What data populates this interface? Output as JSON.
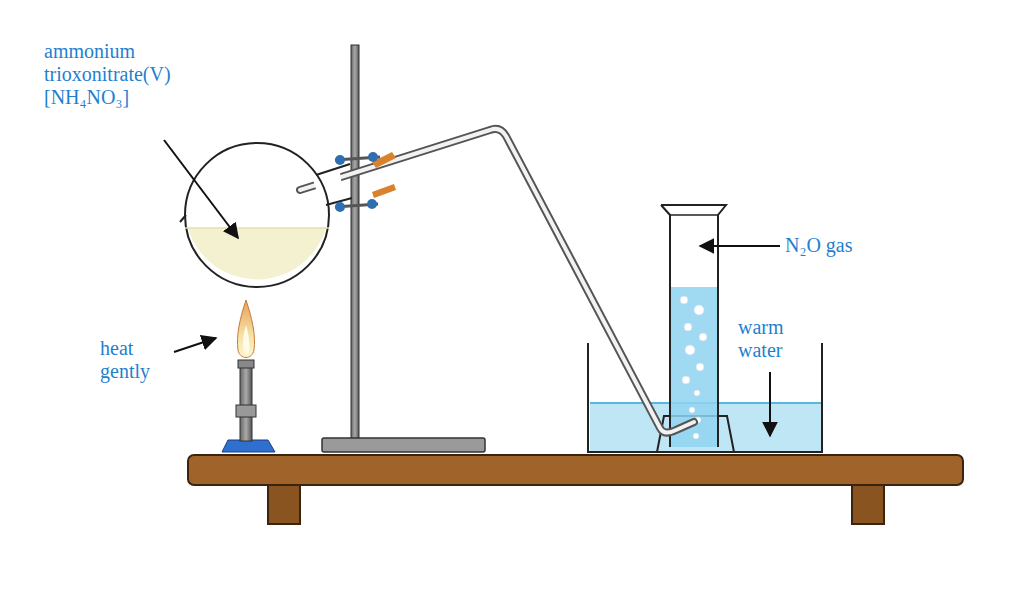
{
  "diagram": {
    "labels": [
      "ammonium trioxonitrate(V) [NH₄NO₃]",
      "heat gently",
      "N₂O gas",
      "warm water"
    ]
  }
}
